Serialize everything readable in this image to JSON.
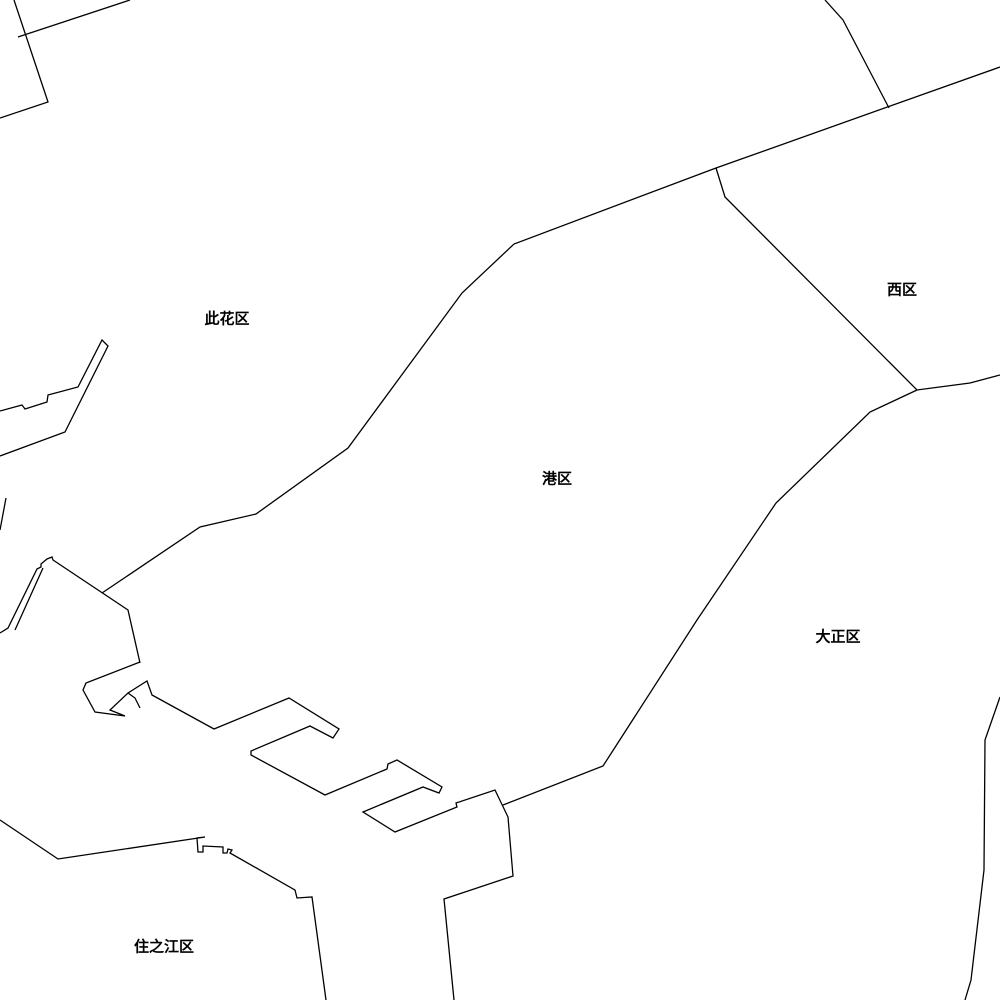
{
  "map": {
    "districts": [
      {
        "id": "konohana",
        "label": "此花区"
      },
      {
        "id": "nishi",
        "label": "西区"
      },
      {
        "id": "minato",
        "label": "港区"
      },
      {
        "id": "taisho",
        "label": "大正区"
      },
      {
        "id": "suminoe",
        "label": "住之江区"
      }
    ],
    "colors": {
      "background": "#ffffff",
      "boundary": "#000000"
    }
  }
}
